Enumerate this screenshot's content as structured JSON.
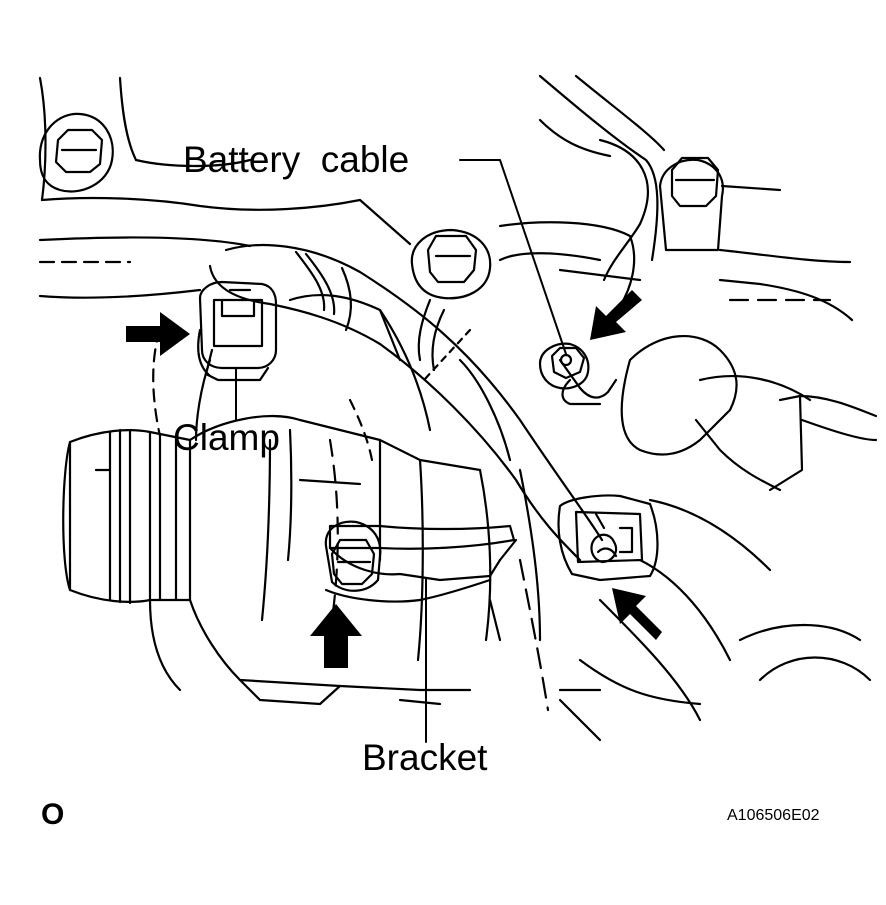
{
  "labels": {
    "battery_cable": "Battery  cable",
    "clamp": "Clamp",
    "bracket": "Bracket",
    "view_mark": "O",
    "figure_code": "A106506E02"
  },
  "colors": {
    "line": "#000000",
    "background": "#ffffff",
    "arrow_fill": "#000000"
  }
}
